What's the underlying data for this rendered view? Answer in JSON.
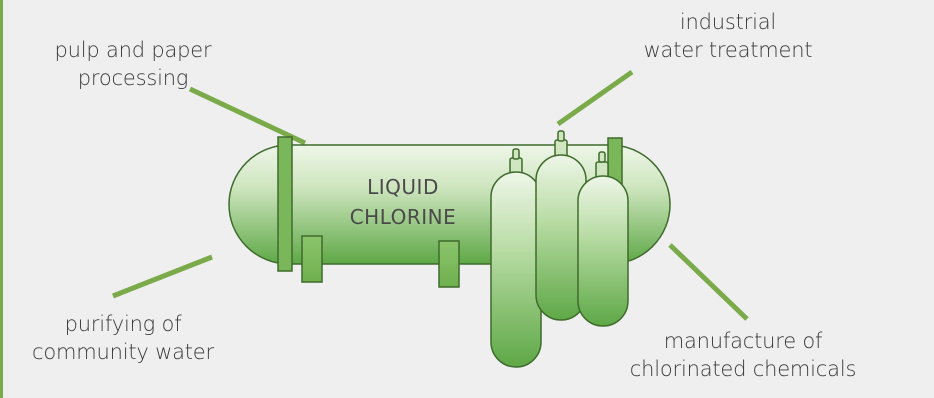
{
  "labels": {
    "pulp": [
      "pulp and paper",
      "processing"
    ],
    "industrial": [
      "industrial",
      "water treatment"
    ],
    "purify": [
      "purifying of",
      "community water"
    ],
    "manufacture": [
      "manufacture of",
      "chlorinated chemicals"
    ]
  },
  "tank": {
    "text_line1": "LIQUID",
    "text_line2": "CHLORINE"
  },
  "colors": {
    "accent": "#7aaa4a",
    "tank_light": "#e8f4df",
    "tank_dark": "#5ea846",
    "stroke": "#3f6b2c",
    "background": "#efefef",
    "text": "#3a3a3a"
  }
}
